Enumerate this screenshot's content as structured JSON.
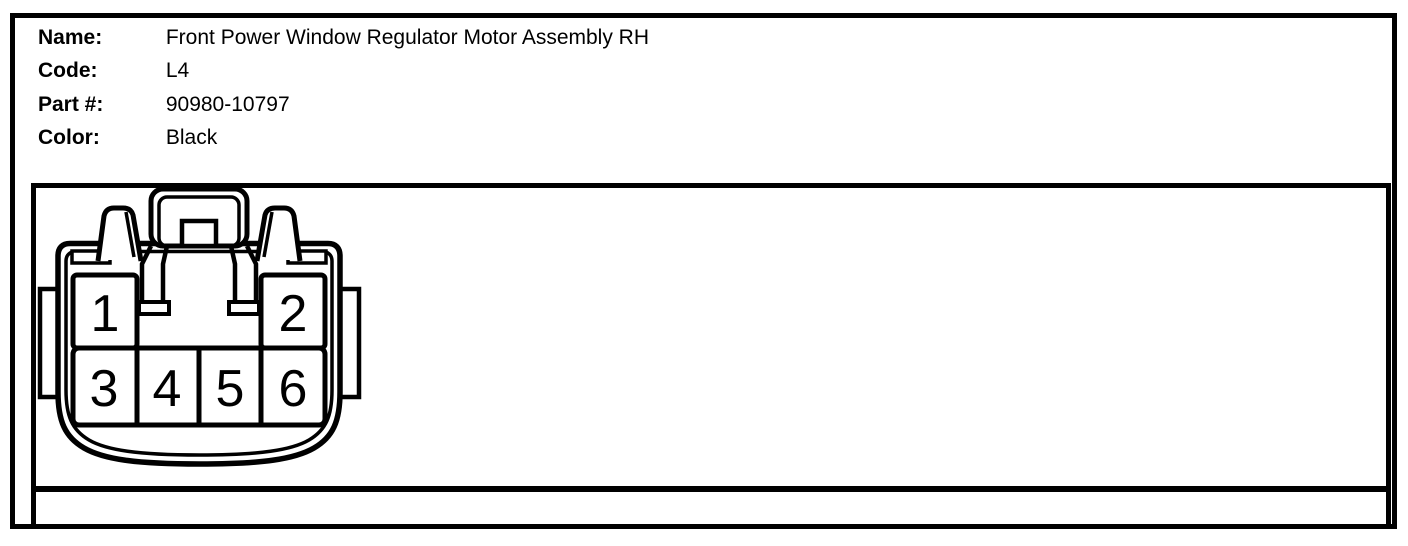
{
  "header": {
    "fields": [
      {
        "label": "Name:",
        "value": "Front Power Window Regulator Motor Assembly RH"
      },
      {
        "label": "Code:",
        "value": "L4"
      },
      {
        "label": "Part #:",
        "value": "90980-10797"
      },
      {
        "label": "Color:",
        "value": "Black"
      }
    ]
  },
  "connector": {
    "description": "6-cavity connector, front view",
    "pin_count": 6,
    "pins": [
      "1",
      "2",
      "3",
      "4",
      "5",
      "6"
    ],
    "line_color": "#000000",
    "body_color": "#ffffff"
  }
}
